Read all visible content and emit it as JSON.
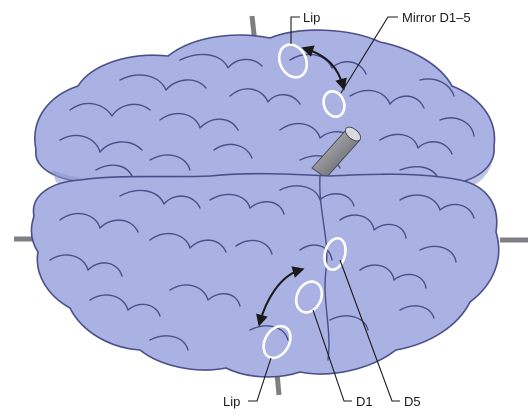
{
  "diagram": {
    "labels": {
      "lip_upper": "Lip",
      "mirror": "Mirror D1–5",
      "lip_lower": "Lip",
      "d1": "D1",
      "d5": "D5"
    },
    "colors": {
      "brain_fill": "#a9b2e3",
      "brain_outline": "#4a4f8a",
      "fold_shade": "#8c95cf",
      "marker": "#ffffff",
      "rod": "#7d7f84",
      "text": "#1a1a1a"
    }
  }
}
